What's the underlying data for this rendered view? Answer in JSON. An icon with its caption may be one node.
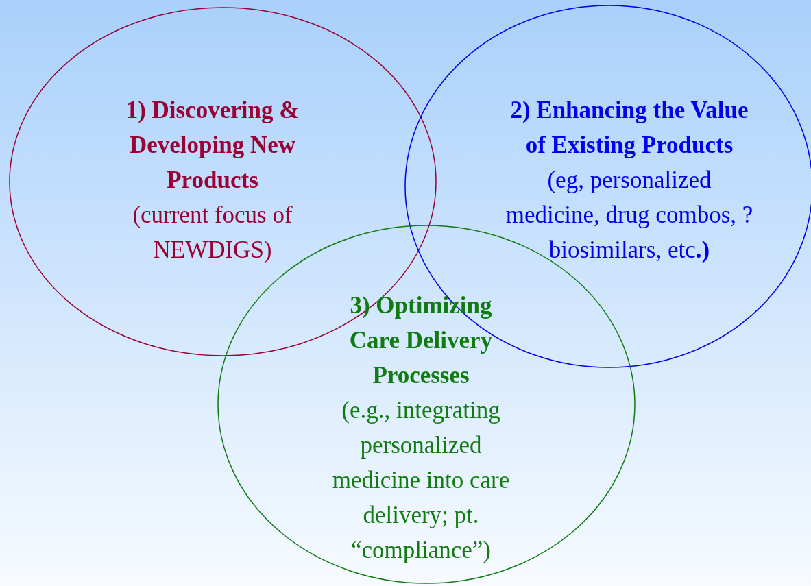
{
  "diagram": {
    "nodes": [
      {
        "text": [
          "1) Discovering & Developing New Products",
          "(current focus of NEWDIGS)"
        ]
      },
      {
        "text": [
          "2) Enhancing the Value of Existing Products",
          "(eg, personalized medicine, drug combos, ? biosimilars, etc**.)**"
        ]
      },
      {
        "text": [
          "3) Optimizing Care Delivery Processes",
          "(e.g., integrating personalized medicine into care delivery; pt. “compliance”)"
        ]
      }
    ]
  }
}
